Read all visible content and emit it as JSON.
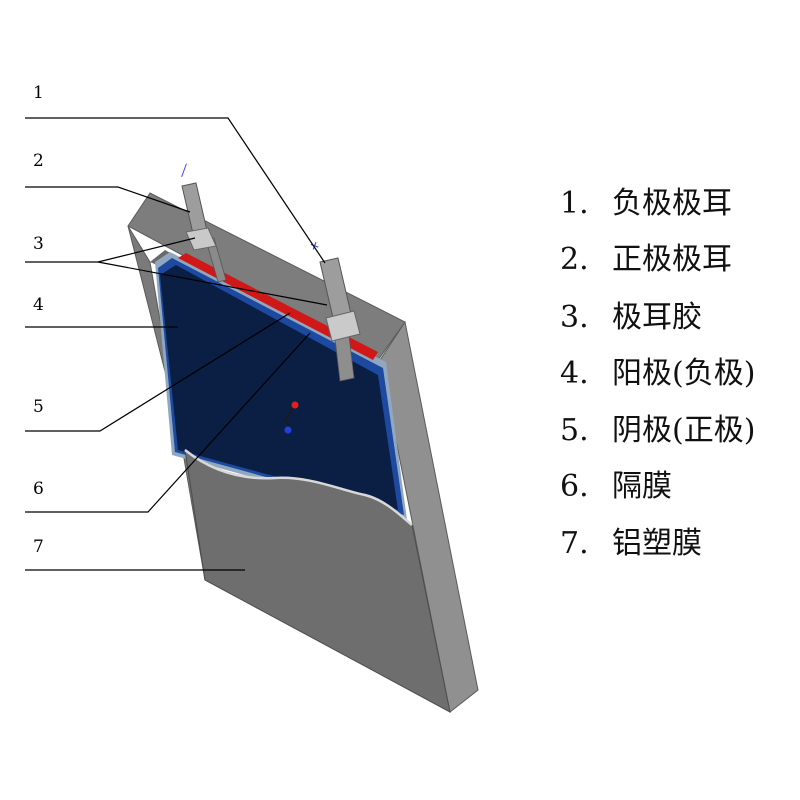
{
  "callouts": [
    {
      "id": "1",
      "label": "1"
    },
    {
      "id": "2",
      "label": "2"
    },
    {
      "id": "3",
      "label": "3"
    },
    {
      "id": "4",
      "label": "4"
    },
    {
      "id": "5",
      "label": "5"
    },
    {
      "id": "6",
      "label": "6"
    },
    {
      "id": "7",
      "label": "7"
    }
  ],
  "legend": [
    {
      "num": "1.",
      "text": "负极极耳"
    },
    {
      "num": "2.",
      "text": "正极极耳"
    },
    {
      "num": "3.",
      "text": "极耳胶"
    },
    {
      "num": "4.",
      "text": "阳极(负极)"
    },
    {
      "num": "5.",
      "text": "阴极(正极)"
    },
    {
      "num": "6.",
      "text": "隔膜"
    },
    {
      "num": "7.",
      "text": "铝塑膜"
    }
  ],
  "tab_symbols": {
    "negative": "—",
    "positive": "+"
  },
  "colors": {
    "pouch_front": "#6e6e6e",
    "pouch_side": "#8a8a8a",
    "pouch_top": "#7b7b7b",
    "anode": "#0b1f44",
    "cathode_edge": "#1d4aa0",
    "separator": "#9ab0c8",
    "red_strip": "#d01818",
    "tab": "#9a9a9a",
    "tab_glue": "#c8c8c8"
  }
}
